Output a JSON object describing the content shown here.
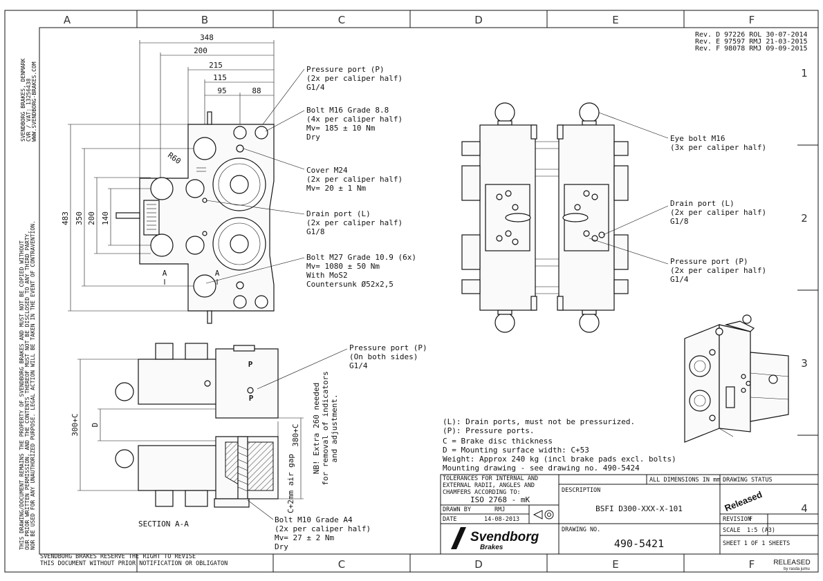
{
  "grid": {
    "cols": [
      "A",
      "B",
      "C",
      "D",
      "E",
      "F"
    ],
    "rows": [
      "1",
      "2",
      "3",
      "4"
    ]
  },
  "revisions": [
    "Rev. D 97226 ROL 30-07-2014",
    "Rev. E 97597 RMJ 21-03-2015",
    "Rev. F 98078 RMJ 09-09-2015"
  ],
  "side_notes": {
    "company": [
      "SVENDBORG BRAKES, DENMARK",
      "CVR / VAT: 13256438",
      "WWW.SVENDBORG-BRAKES.COM"
    ],
    "property": [
      "THIS DRAWING/DOCUMENT REMAINS THE PROPERTY OF SVENDBORG BRAKES AND MUST NOT BE COPIED WITHOUT",
      "OUR PRIOR WRITTEN PERMISSION, AND THE CONTENTS THEREOF MUST NOT BE DISCLOSED TO ANY THIRD PARTY,",
      "NOR BE USED FOR ANY UNAUTHORIZED PURPOSE. LEGAL ACTION WILL BE TAKEN IN THE EVENT OF CONTRAVENTION."
    ]
  },
  "dims": {
    "d348": "348",
    "d200": "200",
    "d215": "215",
    "d115": "115",
    "d95": "95",
    "d88": "88",
    "d483": "483",
    "d350": "350",
    "d200v": "200",
    "d140": "140",
    "r60": "R60",
    "section_mark": "A",
    "d300c": "300+C",
    "dD": "D",
    "d380c": "380+C",
    "airgap": "C+2mm air gap",
    "extra": [
      "NB! Extra 260 needed",
      "for removal of indicators",
      "and adjustment."
    ],
    "p_label": "P"
  },
  "callouts": {
    "pressure_top": [
      "Pressure port (P)",
      "(2x per caliper half)",
      "G1/4"
    ],
    "bolt_m16": [
      "Bolt M16 Grade 8.8",
      "(4x per caliper half)",
      "Mv= 185 ± 10 Nm",
      "Dry"
    ],
    "cover": [
      "Cover M24",
      "(2x per caliper half)",
      "Mv= 20 ± 1 Nm"
    ],
    "drain_left": [
      "Drain port (L)",
      "(2x per caliper half)",
      "G1/8"
    ],
    "bolt_m27": [
      "Bolt M27 Grade 10.9 (6x)",
      "Mv= 1080 ± 50 Nm",
      "With MoS2",
      "Countersunk Ø52x2,5"
    ],
    "eye_bolt": [
      "Eye bolt M16",
      "(3x per caliper half)"
    ],
    "drain_right": [
      "Drain port (L)",
      "(2x per caliper half)",
      "G1/8"
    ],
    "pressure_right": [
      "Pressure port (P)",
      "(2x per caliper half)",
      "G1/4"
    ],
    "pressure_side": [
      "Pressure port (P)",
      "(On both sides)",
      "G1/4"
    ],
    "bolt_m10": [
      "Bolt M10 Grade A4",
      "(2x per caliper half)",
      "Mv= 27 ± 2 Nm",
      "Dry"
    ]
  },
  "section_label": "SECTION  A-A",
  "notes": [
    "(L): Drain ports, must not be pressurized.",
    "(P): Pressure ports.",
    "C = Brake disc thickness",
    "D = Mounting surface width: C+53",
    "Weight: Approx 240 kg (incl brake pads excl. bolts)",
    "Mounting  drawing - see drawing no. 490-5424"
  ],
  "bottom_notes": [
    "SVENDBORG BRAKES RESERVE THE RIGHT TO REVISE",
    "THIS DOCUMENT WITHOUT PRIOR NOTIFICATION OR OBLIGATON"
  ],
  "title_block": {
    "tolerances": [
      "TOLERANCES FOR INTERNAL AND",
      "EXTERNAL RADII, ANGLES AND",
      "CHAMFERS ACCORDING TO:"
    ],
    "iso": "ISO 2768 - mK",
    "all_dims": "ALL DIMENSIONS IN mm",
    "description_label": "DESCRIPTION",
    "description": "BSFI D300-XXX-X-101",
    "drawn_by_label": "DRAWN BY",
    "drawn_by": "RMJ",
    "date_label": "DATE",
    "date": "14-08-2013",
    "logo": "Svendborg",
    "logo_sub": "Brakes",
    "drawing_no_label": "DRAWING NO.",
    "drawing_no": "490-5421",
    "status_label": "DRAWING STATUS",
    "status": "Released",
    "revision_label": "REVISION",
    "revision": "F",
    "scale_label": "SCALE",
    "scale": "1:5 (A3)",
    "sheet": "SHEET 1 OF 1 SHEETS"
  },
  "stamp": [
    "RELEASED",
    "by rasda jumu"
  ]
}
